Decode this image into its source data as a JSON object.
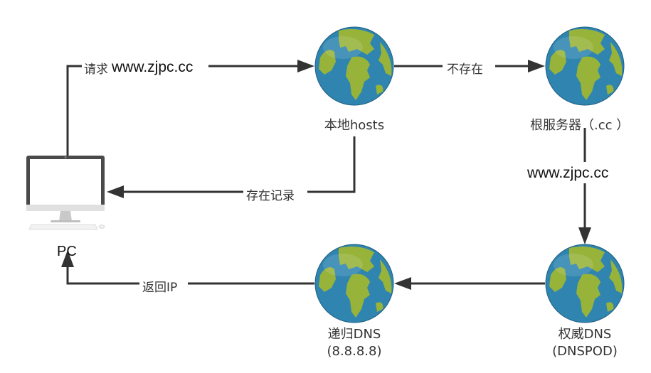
{
  "nodes": {
    "pc": {
      "label": "PC"
    },
    "local_hosts": {
      "label": "本地hosts"
    },
    "root_server": {
      "label": "根服务器（.cc ）"
    },
    "recursive_dns": {
      "label_line1": "递归DNS",
      "label_line2": "(8.8.8.8)"
    },
    "authoritative_dns": {
      "label_line1": "权威DNS",
      "label_line2": "(DNSPOD)"
    }
  },
  "edges": {
    "request": {
      "prefix": "请求",
      "domain": "www.zjpc.cc"
    },
    "not_exist": {
      "label": "不存在"
    },
    "exist_record": {
      "label": "存在记录"
    },
    "root_to_auth": {
      "label": "www.zjpc.cc"
    },
    "return_ip": {
      "label": "返回IP"
    }
  },
  "colors": {
    "ocean": "#2f85b0",
    "land": "#97b33a",
    "line": "#333333",
    "monitor_frame": "#4a4a4a"
  }
}
